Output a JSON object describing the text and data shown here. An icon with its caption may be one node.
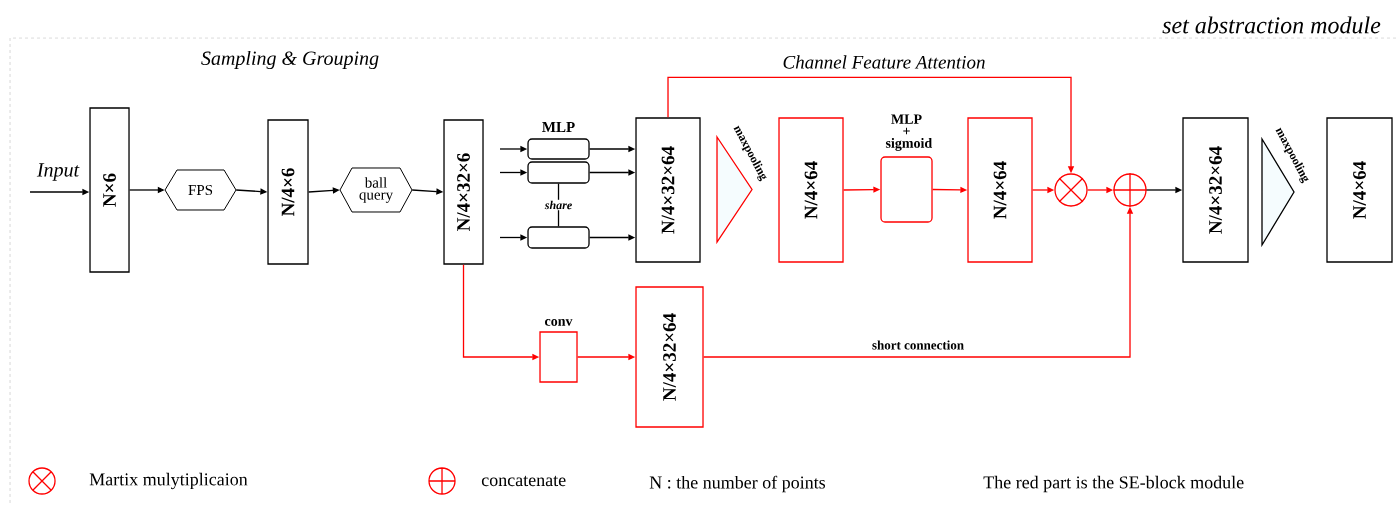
{
  "diagram": {
    "nodes": [
      {
        "text": [
          "N×6"
        ]
      },
      {
        "text": [
          "FPS"
        ]
      },
      {
        "text": [
          "N/4×6"
        ]
      },
      {
        "text": [
          "ball query"
        ]
      },
      {
        "text": [
          "N/4×32×6"
        ]
      },
      {
        "text": [],
        "shape": "box"
      },
      {
        "text": [],
        "shape": "box"
      },
      {
        "text": [],
        "shape": "box"
      },
      {
        "text": [
          "N/4×32×64"
        ]
      },
      {
        "text": [],
        "shape": "triangle",
        "beside": [
          "maxpooling"
        ]
      },
      {
        "text": [
          "N/4×64"
        ]
      },
      {
        "text": [
          "MLP + sigmoid"
        ]
      },
      {
        "text": [
          "N/4×64"
        ]
      },
      {
        "text": [],
        "shape": "circle"
      },
      {
        "text": [],
        "shape": "circle"
      },
      {
        "text": [
          "N/4×32×64"
        ]
      },
      {
        "text": [],
        "shape": "triangle",
        "beside": [
          "maxpooling"
        ]
      },
      {
        "text": [
          "N/4×64"
        ]
      },
      {
        "text": [
          "conv"
        ]
      },
      {
        "text": [
          "N/4×32×64"
        ]
      }
    ],
    "edges": [
      {
        "from": null,
        "to": 0,
        "arrow": "to",
        "label": "Input"
      },
      {
        "from": 0,
        "to": 1,
        "arrow": "to"
      },
      {
        "from": 1,
        "to": 2,
        "arrow": "to"
      },
      {
        "from": 2,
        "to": 3,
        "arrow": "to"
      },
      {
        "from": 3,
        "to": 4,
        "arrow": "to"
      },
      {
        "from": null,
        "to": 5,
        "arrow": "to"
      },
      {
        "from": null,
        "to": 6,
        "arrow": "to"
      },
      {
        "from": null,
        "to": 7,
        "arrow": "to"
      },
      {
        "from": 5,
        "to": 8,
        "arrow": "to"
      },
      {
        "from": 6,
        "to": 8,
        "arrow": "to"
      },
      {
        "from": 7,
        "to": 8,
        "arrow": "to"
      },
      {
        "from": 6,
        "to": 7,
        "arrow": "none",
        "label": "share"
      },
      {
        "from": 8,
        "to": 13,
        "arrow": "to",
        "color": "#ff0000"
      },
      {
        "from": 10,
        "to": 11,
        "arrow": "to",
        "color": "#ff0000"
      },
      {
        "from": 11,
        "to": 12,
        "arrow": "to",
        "color": "#ff0000"
      },
      {
        "from": 12,
        "to": 13,
        "arrow": "to",
        "color": "#ff0000"
      },
      {
        "from": 13,
        "to": 14,
        "arrow": "to",
        "color": "#ff0000"
      },
      {
        "from": 14,
        "to": 15,
        "arrow": "to"
      },
      {
        "from": 4,
        "to": 18,
        "arrow": "to",
        "color": "#ff0000"
      },
      {
        "from": 18,
        "to": 19,
        "arrow": "to",
        "color": "#ff0000"
      },
      {
        "from": 19,
        "to": 14,
        "arrow": "to",
        "color": "#ff0000",
        "label": "short connection"
      }
    ],
    "labels": [
      "set abstraction module",
      "Sampling & Grouping",
      "Channel Feature Attention",
      "MLP",
      "N : the number of points",
      "The red part is the SE-block module"
    ],
    "legend": [
      {
        "text": "Martix mulytiplicaion"
      },
      {
        "text": "concatenate"
      }
    ]
  }
}
